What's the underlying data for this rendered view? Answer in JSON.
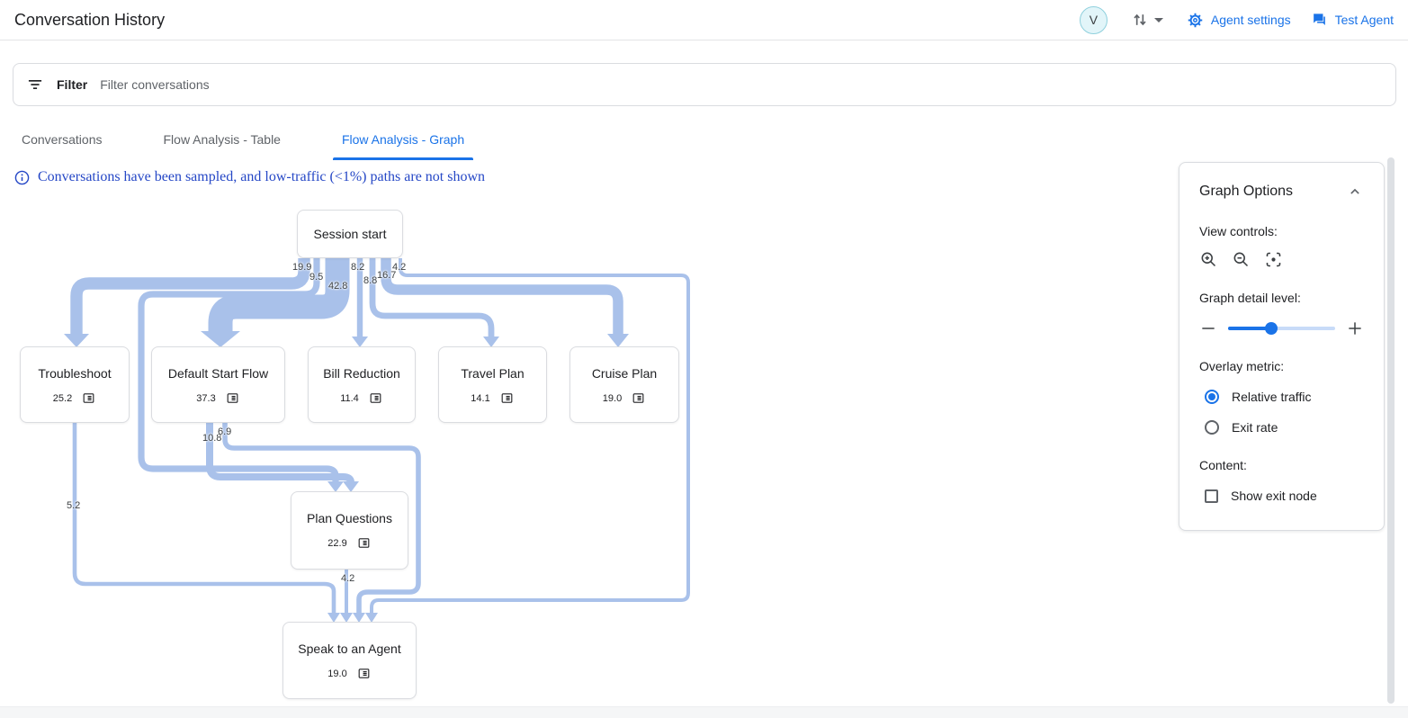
{
  "header": {
    "title": "Conversation History",
    "avatar_letter": "V",
    "agent_settings_label": "Agent settings",
    "test_agent_label": "Test Agent"
  },
  "filter_bar": {
    "label": "Filter",
    "placeholder": "Filter conversations"
  },
  "tabs": [
    {
      "label": "Conversations",
      "active": false
    },
    {
      "label": "Flow Analysis - Table",
      "active": false
    },
    {
      "label": "Flow Analysis - Graph",
      "active": true
    }
  ],
  "notice": {
    "text": "Conversations have been sampled, and low-traffic (<1%) paths are not shown"
  },
  "graph": {
    "nodes": [
      {
        "id": "session-start",
        "label": "Session start",
        "value": ""
      },
      {
        "id": "troubleshoot",
        "label": "Troubleshoot",
        "value": "25.2"
      },
      {
        "id": "default-start-flow",
        "label": "Default Start Flow",
        "value": "37.3"
      },
      {
        "id": "bill-reduction",
        "label": "Bill Reduction",
        "value": "11.4"
      },
      {
        "id": "travel-plan",
        "label": "Travel Plan",
        "value": "14.1"
      },
      {
        "id": "cruise-plan",
        "label": "Cruise Plan",
        "value": "19.0"
      },
      {
        "id": "plan-questions",
        "label": "Plan Questions",
        "value": "22.9"
      },
      {
        "id": "speak-to-an-agent",
        "label": "Speak to an Agent",
        "value": "19.0"
      }
    ],
    "edges": [
      {
        "from": "Session start",
        "to": "Troubleshoot",
        "value": "19.9"
      },
      {
        "from": "Session start",
        "to": "Plan Questions",
        "value": "9.5"
      },
      {
        "from": "Session start",
        "to": "Default Start Flow",
        "value": "42.8"
      },
      {
        "from": "Session start",
        "to": "Bill Reduction",
        "value": "8.2"
      },
      {
        "from": "Session start",
        "to": "Travel Plan",
        "value": "8.8"
      },
      {
        "from": "Session start",
        "to": "Cruise Plan",
        "value": "16.7"
      },
      {
        "from": "Session start",
        "to": "Speak to an Agent",
        "value": "4.2"
      },
      {
        "from": "Default Start Flow",
        "to": "Plan Questions",
        "value": "10.8"
      },
      {
        "from": "Default Start Flow",
        "to": "Speak to an Agent",
        "value": "6.9"
      },
      {
        "from": "Troubleshoot",
        "to": "Speak to an Agent",
        "value": "5.2"
      },
      {
        "from": "Plan Questions",
        "to": "Speak to an Agent",
        "value": "4.2"
      }
    ]
  },
  "graph_options": {
    "title": "Graph Options",
    "view_controls_label": "View controls:",
    "detail_label": "Graph detail level:",
    "detail_percent": 40,
    "overlay_label": "Overlay metric:",
    "overlay_options": [
      {
        "label": "Relative traffic",
        "selected": true
      },
      {
        "label": "Exit rate",
        "selected": false
      }
    ],
    "content_label": "Content:",
    "show_exit_node_label": "Show exit node",
    "show_exit_node_checked": false
  },
  "colors": {
    "accent_blue": "#1a73e8",
    "edge_blue": "#a9c1ea",
    "notice_blue": "#2547c6"
  }
}
